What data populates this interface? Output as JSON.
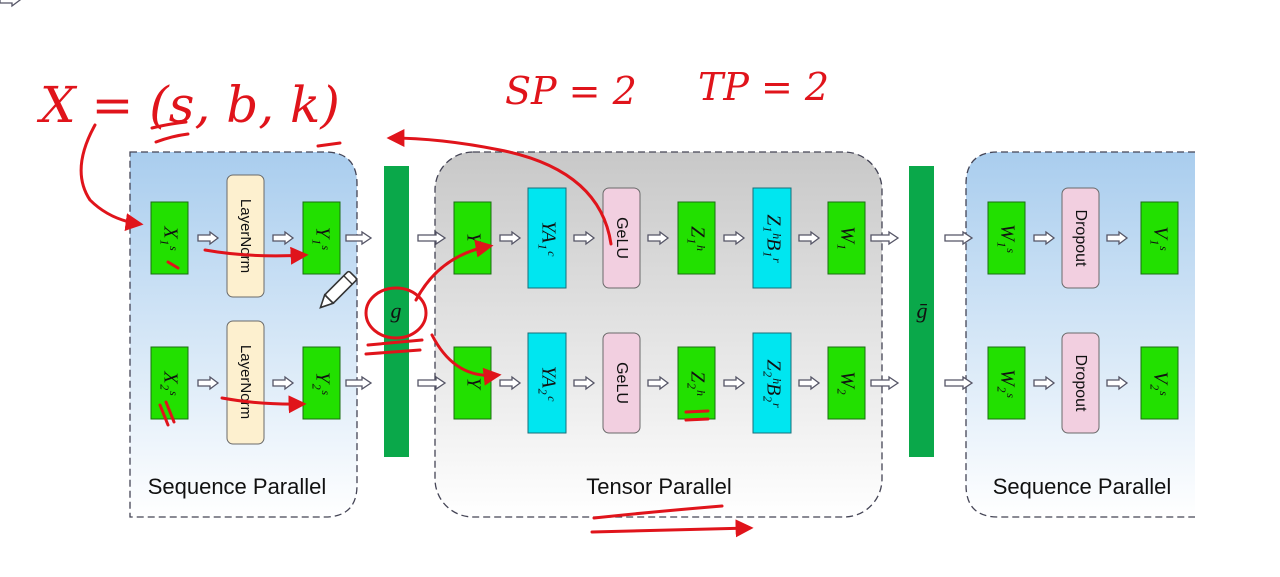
{
  "regions": {
    "left": "Sequence Parallel",
    "middle": "Tensor Parallel",
    "right": "Sequence Parallel"
  },
  "bars": {
    "g": "g",
    "gbar": "ḡ"
  },
  "left": {
    "row1": {
      "x": "X₁ˢ",
      "norm": "LayerNorm",
      "y": "Y₁ˢ"
    },
    "row2": {
      "x": "X₂ˢ",
      "norm": "LayerNorm",
      "y": "Y₂ˢ"
    }
  },
  "middle": {
    "row1": {
      "y": "Y",
      "ya": "YA₁ᶜ",
      "gelu": "GeLU",
      "z": "Z₁ʰ",
      "zb": "Z₁ʰB₁ʳ",
      "w": "W₁"
    },
    "row2": {
      "y": "Y",
      "ya": "YA₂ᶜ",
      "gelu": "GeLU",
      "z": "Z₂ʰ",
      "zb": "Z₂ʰB₂ʳ",
      "w": "W₂"
    }
  },
  "right": {
    "row1": {
      "w": "W₁ˢ",
      "drop": "Dropout",
      "v": "V₁ˢ"
    },
    "row2": {
      "w": "W₂ˢ",
      "drop": "Dropout",
      "v": "V₂ˢ"
    }
  },
  "annotations": {
    "formula": "X = (s, b, k)",
    "sp": "SP = 2",
    "tp": "TP = 2"
  },
  "colors": {
    "green": "#22e000",
    "cyan": "#00e6f0",
    "pink": "#f2cfe0",
    "cream": "#fdf0cf",
    "bar": "#0aa84a",
    "ink": "#e0141b"
  }
}
